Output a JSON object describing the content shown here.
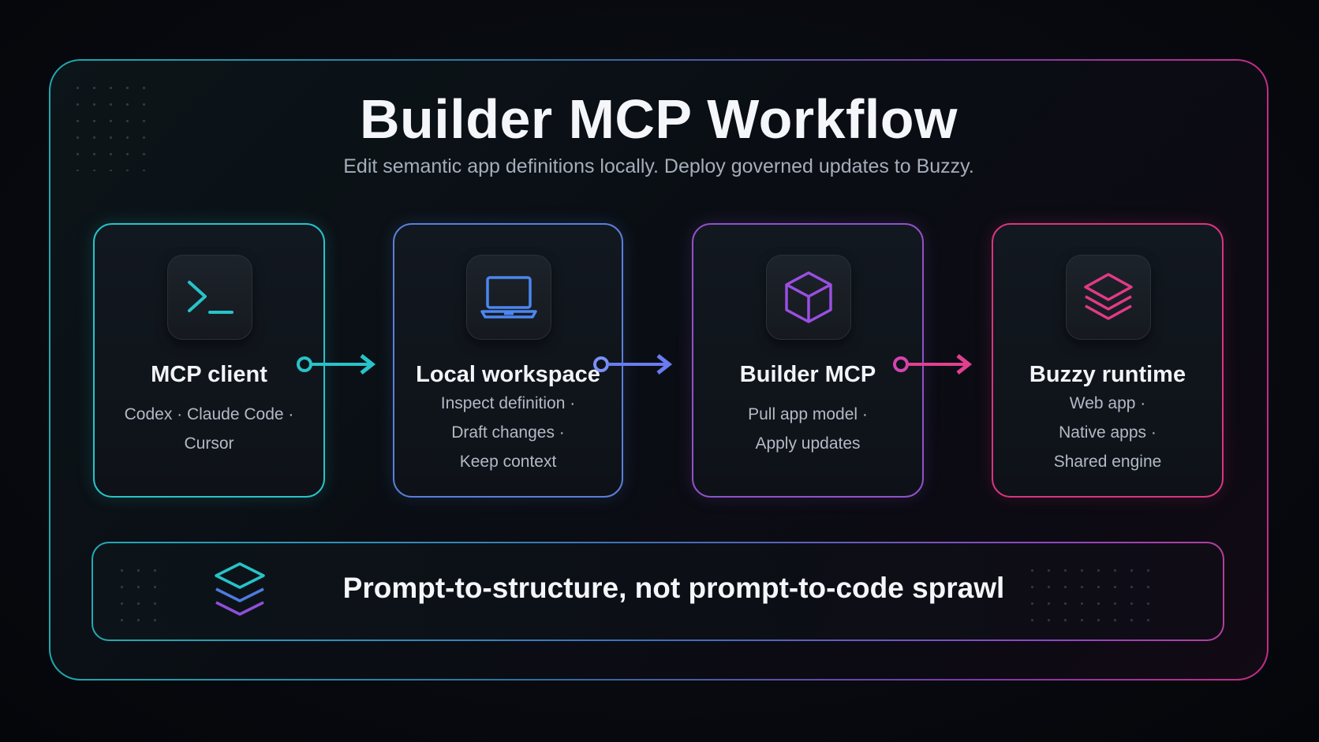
{
  "title": "Builder MCP Workflow",
  "subtitle": "Edit semantic app definitions locally. Deploy governed updates to Buzzy.",
  "steps": [
    {
      "title": "MCP client",
      "icon": "terminal-icon",
      "accent": "#27c3c9",
      "desc": [
        "Codex · Claude Code · Cursor"
      ]
    },
    {
      "title": "Local workspace",
      "icon": "laptop-icon",
      "accent": "#5a7fd9",
      "desc": [
        "Inspect definition ·",
        "Draft changes ·",
        "Keep context"
      ]
    },
    {
      "title": "Builder MCP",
      "icon": "cube-icon",
      "accent": "#8f52c9",
      "desc": [
        "Pull app model ·",
        "Apply updates"
      ]
    },
    {
      "title": "Buzzy runtime",
      "icon": "layers-icon",
      "accent": "#d8357f",
      "desc": [
        "Web app ·",
        "Native apps ·",
        "Shared engine"
      ]
    }
  ],
  "connectors": [
    {
      "color": "#27c3c9"
    },
    {
      "color": "#6a7cf0"
    },
    {
      "color": "#d344b0"
    }
  ],
  "footer": {
    "text": "Prompt-to-structure, not prompt-to-code sprawl",
    "icon": "stacked-layers-icon"
  }
}
